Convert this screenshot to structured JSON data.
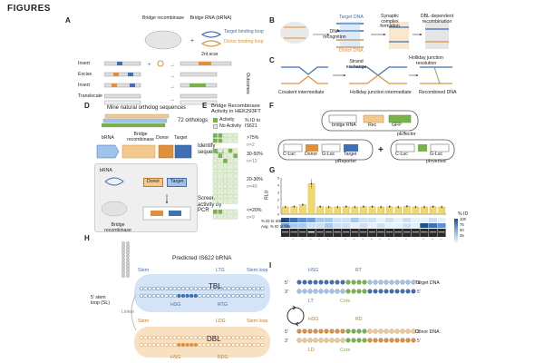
{
  "page_title": "FIGURES",
  "panels": {
    "A": {
      "letter": "A",
      "recombinase_label": "Bridge recombinase",
      "brna_label": "Bridge RNA (bRNA)",
      "target_loop": "Target binding loop",
      "donor_loop": "Donor binding loop",
      "target_word": "Target",
      "donor_word": "Donor",
      "scar_label": "2nt scar",
      "rows": [
        "Insert",
        "Excise",
        "Invert",
        "Translocate"
      ],
      "side_label": "Outcomes"
    },
    "B": {
      "letter": "B",
      "steps": [
        "DNA recognition",
        "Synaptic complex formation",
        "DBL-dependent recombination"
      ],
      "labels": [
        "Target DNA",
        "Donor DNA"
      ]
    },
    "C": {
      "letter": "C",
      "steps": [
        "Strand exchange",
        "Holliday junction resolution"
      ],
      "captions": [
        "Covalent intermediate",
        "Holliday junction intermediate",
        "Recombined DNA"
      ]
    },
    "D": {
      "letter": "D",
      "header": "Mine natural ortholog sequences",
      "orthologs": "72 orthologs",
      "cols": [
        "bRNA",
        "Bridge recombinase",
        "Donor",
        "Target"
      ],
      "identify": "Identify sequences",
      "bottom_labels": [
        "bRNA",
        "Donor",
        "Target",
        "Bridge recombinase"
      ],
      "screen": "Screen activity by PCR"
    },
    "E": {
      "letter": "E",
      "title": "Bridge Recombinase Activity in HEK293FT",
      "legend": [
        "Activity",
        "No Activity"
      ],
      "col_header": "% ID to IS621",
      "bins": [
        ">75%",
        "30-50%",
        "20-30%",
        "<=20%"
      ],
      "counts": [
        "n=2",
        "n=12",
        "n=49",
        "n=9"
      ]
    },
    "F": {
      "letter": "F",
      "effector": "pEffector",
      "effector_parts": [
        "bridge RNA",
        "Rec",
        "GFP"
      ],
      "reporter": "pReporter",
      "reporter_parts": [
        "C-Luc",
        "Donor",
        "G-Luc",
        "Target"
      ],
      "inverted": "pInverted",
      "inverted_parts": [
        "C-Luc",
        "G-Luc"
      ]
    },
    "G": {
      "letter": "G",
      "ylabel": "RLU",
      "heat_rows": [
        "% ID to IS621",
        "Avg. % ID to hits"
      ],
      "legend_title": "% ID",
      "legend_ticks": [
        "100",
        "75",
        "50",
        "25"
      ],
      "samples": [
        "IS621",
        "IS622",
        "IS1A",
        "1S1A",
        "ISEc2",
        "IS4",
        "ISPhsp1",
        "ISPsy2",
        "ISBfr3",
        "ISPpu10",
        "ISPs14",
        "IS1382",
        "IS1353",
        "ISCep1",
        "ISMav2",
        "ISBla1",
        "ISTsp2",
        "IS1419",
        "IS1595"
      ],
      "chart_data": {
        "type": "bar",
        "categories": [
          "IS621",
          "IS622",
          "IS1A",
          "1S1A",
          "ISEc2",
          "IS4",
          "ISPhsp1",
          "ISPsy2",
          "ISBfr3",
          "ISPpu10",
          "ISPs14",
          "IS1382",
          "IS1353",
          "ISCep1",
          "ISMav2",
          "ISBla1",
          "ISTsp2",
          "IS1419",
          "IS1595"
        ],
        "values": [
          1.0,
          1.05,
          1.3,
          4.2,
          1.05,
          1.0,
          1.0,
          1.05,
          1.0,
          1.05,
          1.05,
          1.0,
          1.05,
          1.0,
          1.1,
          1.0,
          1.0,
          1.05,
          1.0
        ],
        "ylabel": "RLU",
        "ylim": [
          0,
          5
        ],
        "yticks": [
          "0",
          "1",
          "2",
          "3",
          "4",
          "5"
        ],
        "grid": false,
        "bar_color": "#f2d86a"
      }
    },
    "H": {
      "letter": "H",
      "title": "Predicted IS622 bRNA",
      "stem_label": "5' stem loop (SL)",
      "tbl": "TBL",
      "dbl": "DBL",
      "tbl_labels": [
        "Stem",
        "LTG",
        "Stem loop",
        "RTG",
        "HSG"
      ],
      "dbl_labels": [
        "Stem",
        "LDG",
        "Stem loop",
        "RDG",
        "HSG"
      ],
      "linker": "Linker"
    },
    "I": {
      "letter": "I",
      "top_labels": [
        "HSG",
        "RT",
        "LT",
        "Core"
      ],
      "top_side": "Target DNA",
      "bottom_labels": [
        "HSG",
        "RD",
        "LD",
        "Core"
      ],
      "bottom_side": "Donor DNA"
    }
  },
  "colors": {
    "blue": "#3f6fb5",
    "light_blue": "#9fc3ea",
    "orange": "#e0903a",
    "light_orange": "#f3c98e",
    "green": "#78b34a",
    "yellow": "#f2d86a",
    "gray": "#9a9a9a"
  }
}
